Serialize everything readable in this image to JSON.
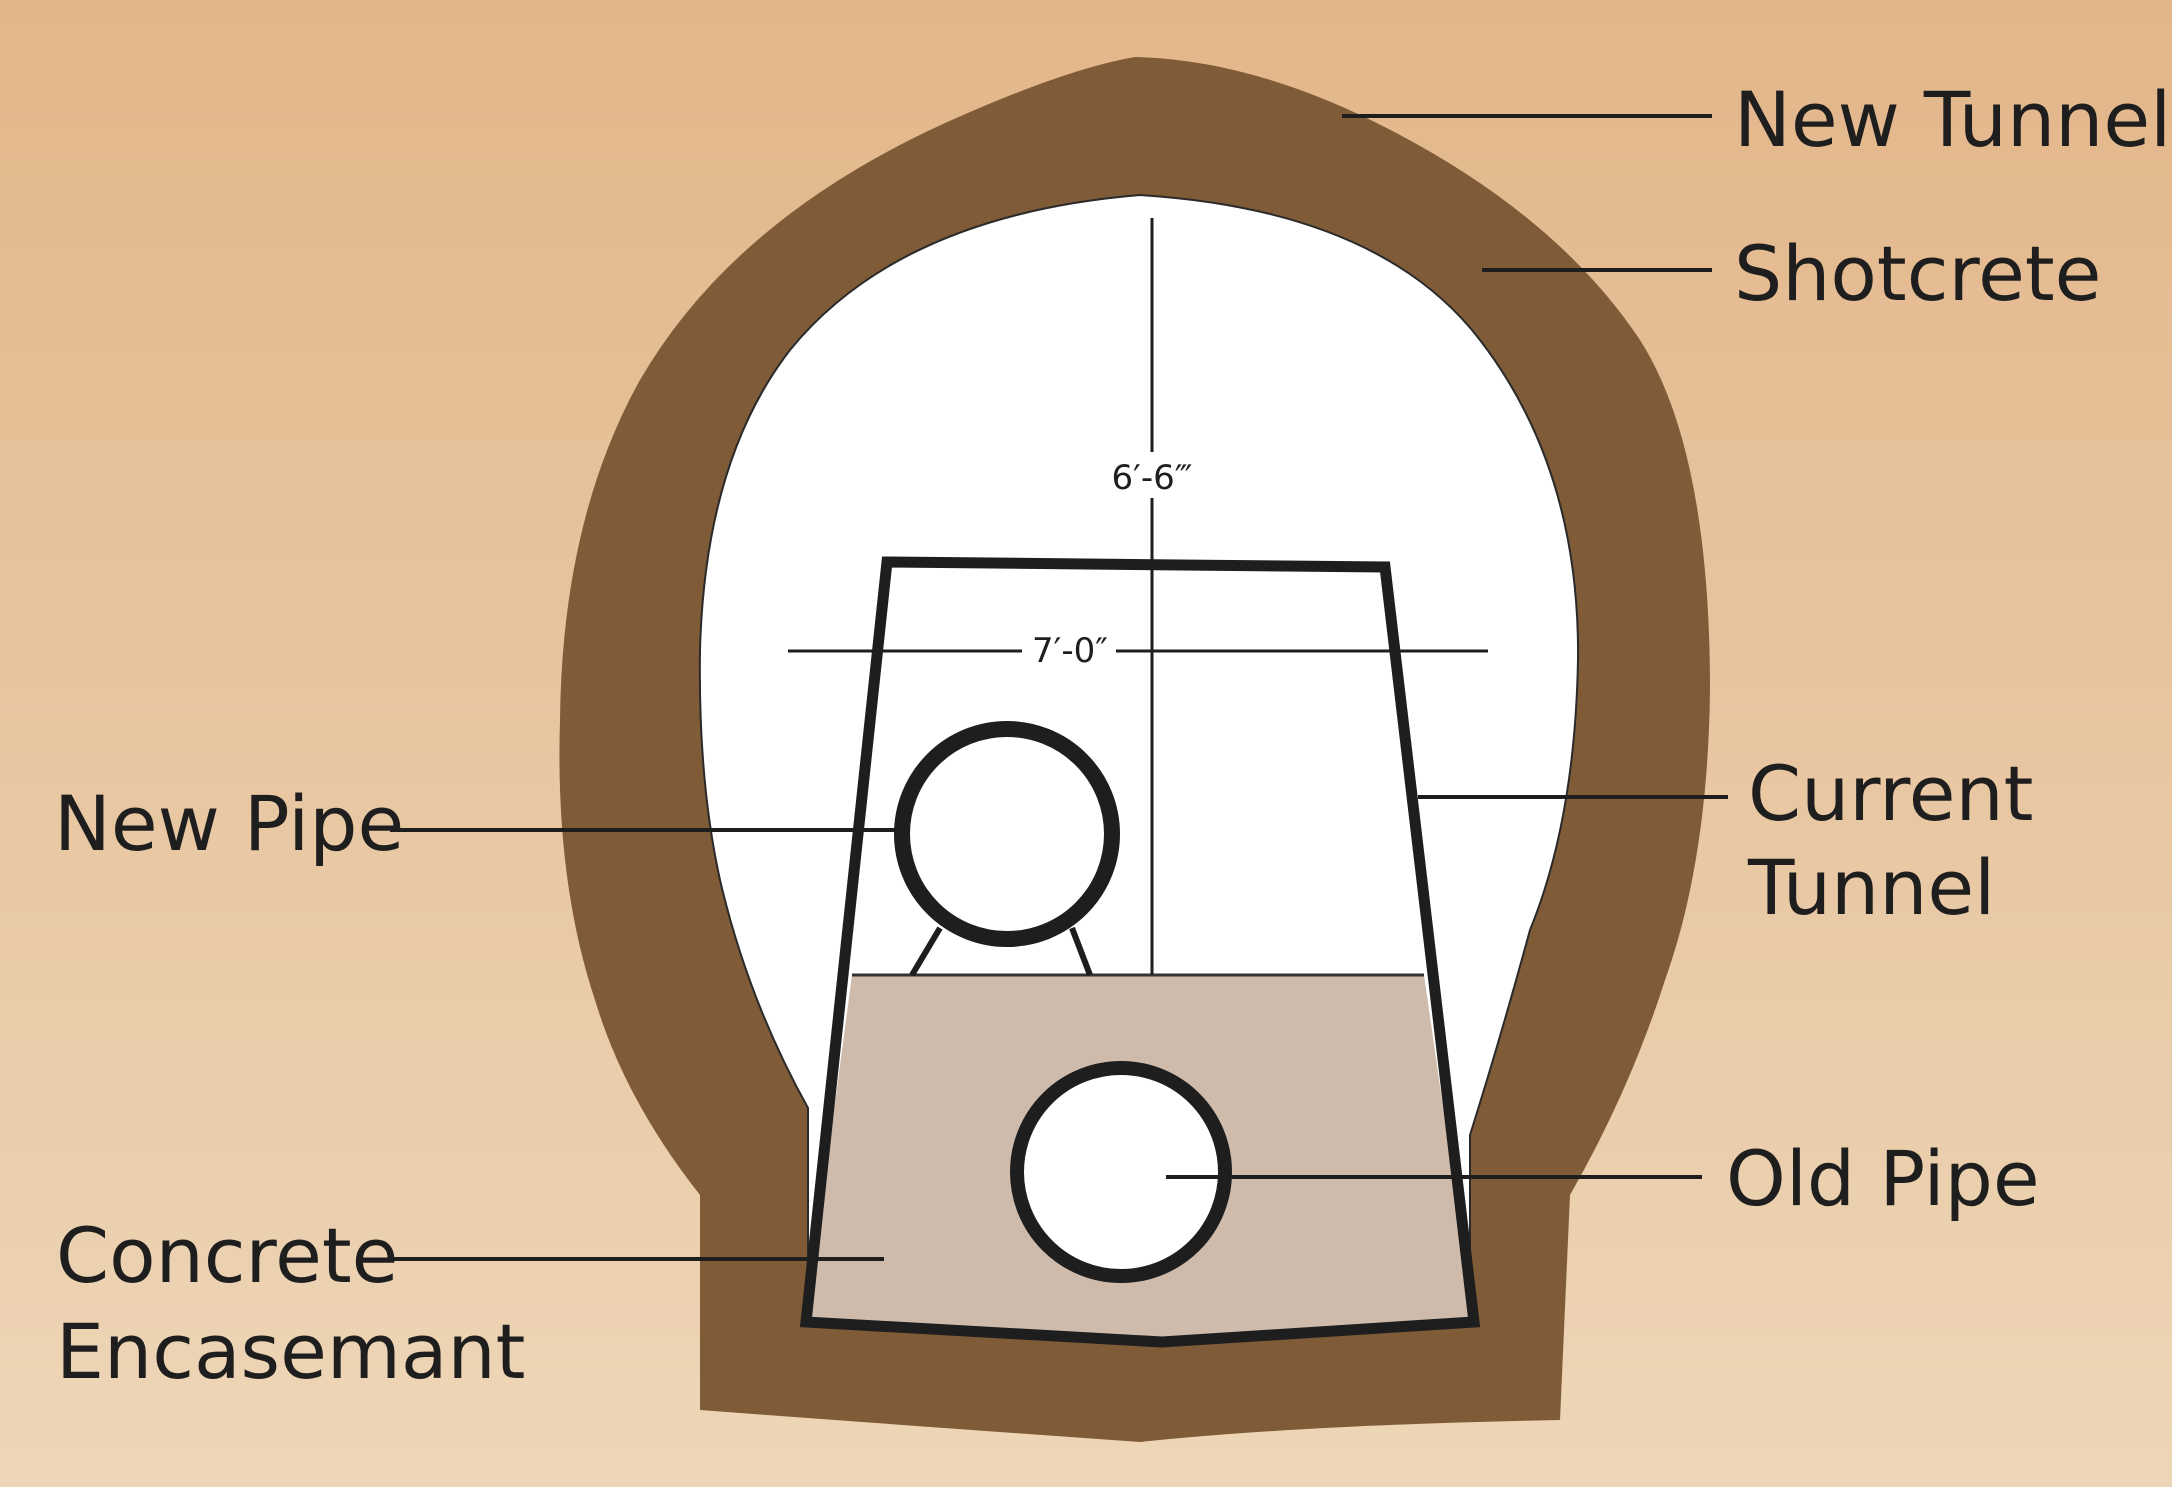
{
  "labels": {
    "new_tunnel": "New Tunnel",
    "shotcrete": "Shotcrete",
    "current_tunnel_line1": "Current",
    "current_tunnel_line2": "Tunnel",
    "new_pipe": "New Pipe",
    "old_pipe": "Old Pipe",
    "concrete_encasement_line1": "Concrete",
    "concrete_encasement_line2": "Encasemant"
  },
  "dimensions": {
    "height": "6′-6‴",
    "width": "7′-0″"
  },
  "colors": {
    "background_top": "#e3b68a",
    "background_bottom": "#edd6b7",
    "shotcrete": "#7f5b37",
    "tunnel_interior": "#ffffff",
    "concrete": "#cfbbab",
    "outline": "#1e1e1e"
  }
}
